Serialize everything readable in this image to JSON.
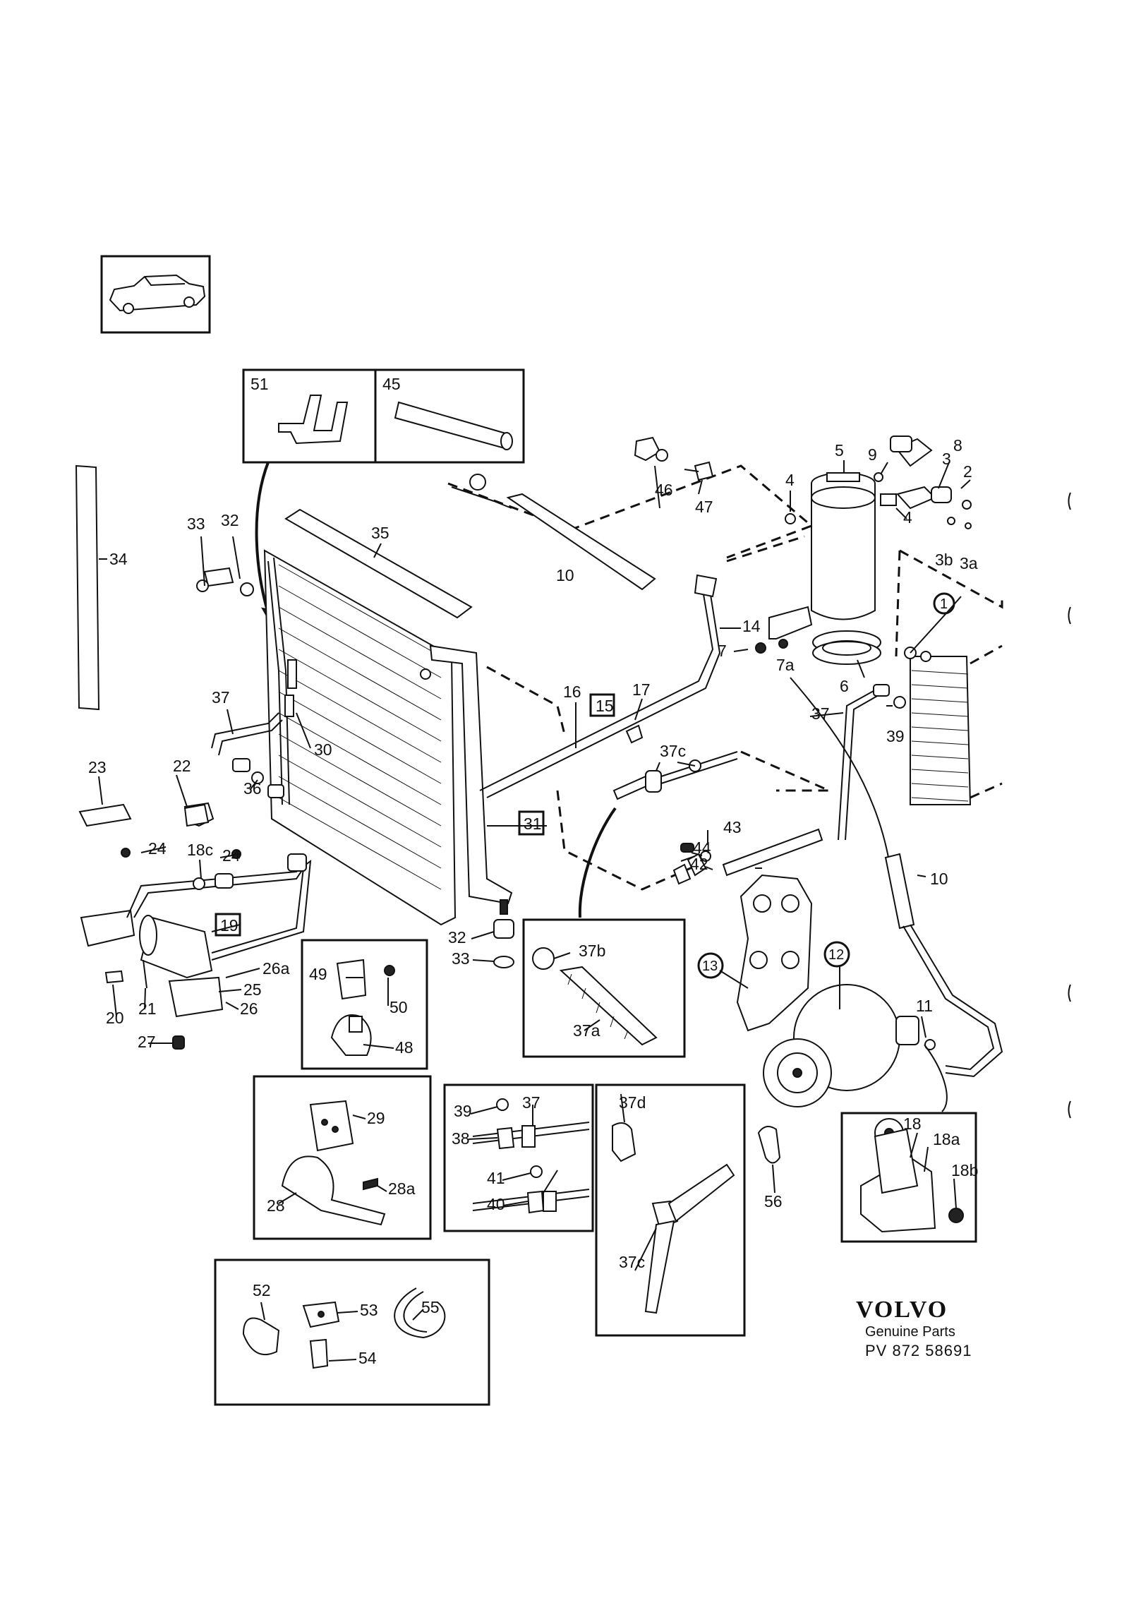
{
  "brand": {
    "logo": "VOLVO",
    "subtitle": "Genuine Parts",
    "reference": "PV 872 58691"
  },
  "callouts": [
    "1",
    "2",
    "3",
    "3a",
    "3b",
    "4",
    "4",
    "5",
    "6",
    "7",
    "7a",
    "8",
    "9",
    "10",
    "10",
    "11",
    "12",
    "13",
    "14",
    "15",
    "16",
    "17",
    "18",
    "18a",
    "18b",
    "18c",
    "19",
    "20",
    "21",
    "22",
    "23",
    "24",
    "24",
    "25",
    "26",
    "26a",
    "27",
    "28",
    "28a",
    "29",
    "30",
    "31",
    "32",
    "32",
    "33",
    "33",
    "34",
    "35",
    "36",
    "37",
    "37",
    "37",
    "37a",
    "37b",
    "37c",
    "37c",
    "37d",
    "38",
    "39",
    "39",
    "40",
    "41",
    "42",
    "43",
    "44",
    "45",
    "46",
    "47",
    "48",
    "49",
    "50",
    "51",
    "52",
    "53",
    "54",
    "55",
    "56"
  ],
  "boxed_callouts": [
    "15",
    "19",
    "31"
  ],
  "circled_callouts": [
    "1",
    "12",
    "13"
  ],
  "inset_titles": [
    "51",
    "45"
  ],
  "icons": [
    "car-silhouette-icon"
  ]
}
